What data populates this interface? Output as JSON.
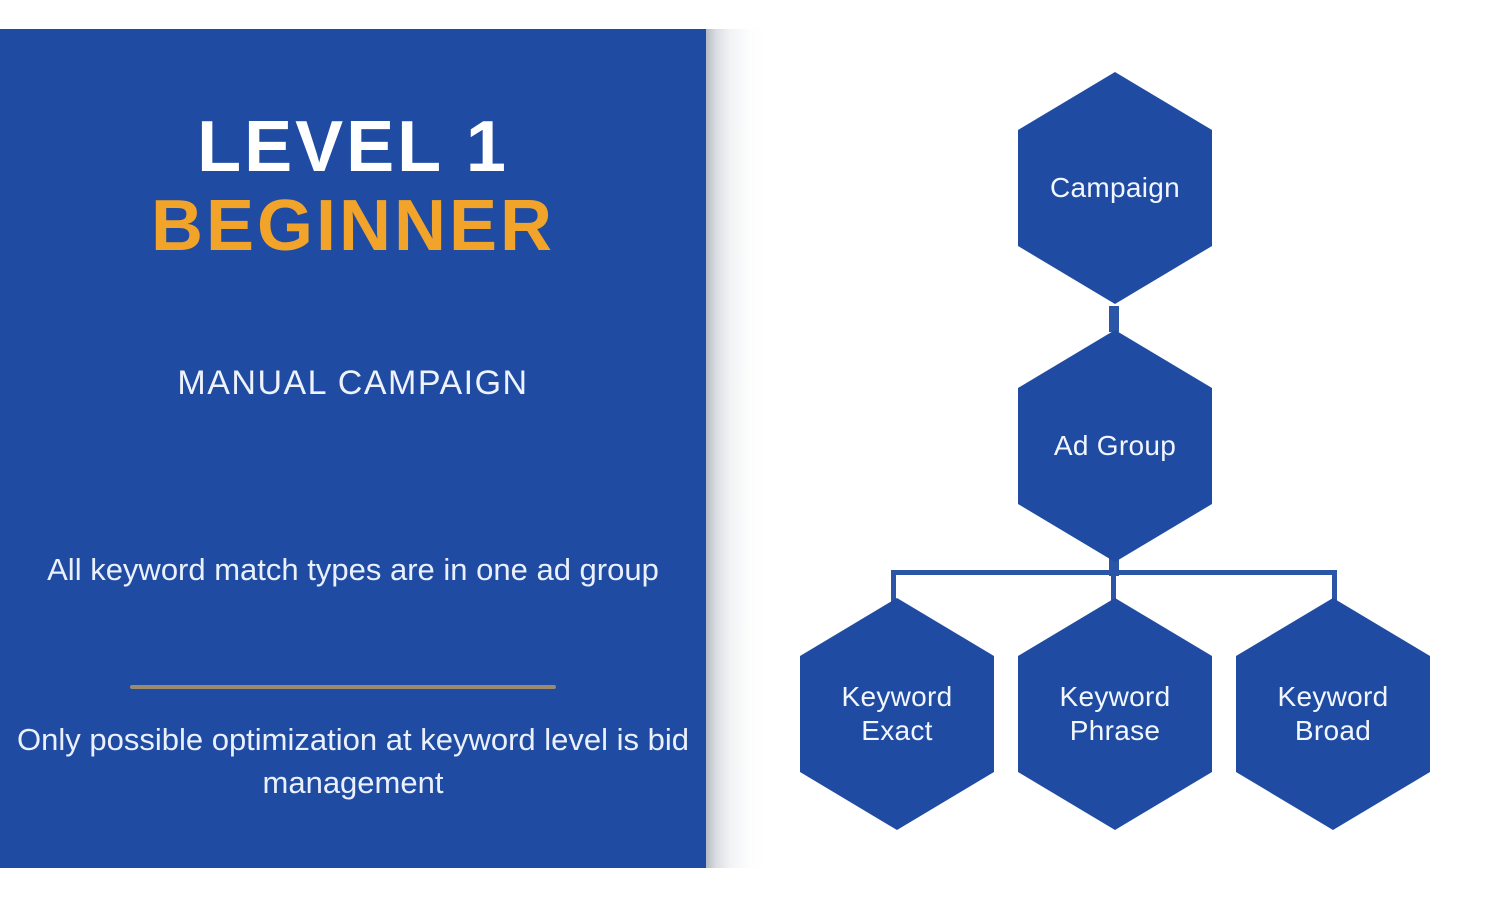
{
  "panel": {
    "level_title": "LEVEL 1",
    "level_subtitle": "BEGINNER",
    "campaign_type": "MANUAL CAMPAIGN",
    "note_one": "All keyword match types\nare in one ad group",
    "note_two": "Only possible optimization\nat keyword level is bid management",
    "colors": {
      "background": "#1f4ca2",
      "title_text": "#ffffff",
      "accent_text": "#f2a42a",
      "body_text": "#eaf0fc",
      "divider": "#9c8a6c"
    }
  },
  "diagram": {
    "type": "hierarchy",
    "node_color": "#1f4ca2",
    "connector_color": "#2b55a6",
    "node_label_color": "#f2f6ff",
    "nodes": {
      "campaign": "Campaign",
      "ad_group": "Ad Group",
      "keyword_exact": "Keyword\nExact",
      "keyword_phrase": "Keyword\nPhrase",
      "keyword_broad": "Keyword\nBroad"
    }
  }
}
